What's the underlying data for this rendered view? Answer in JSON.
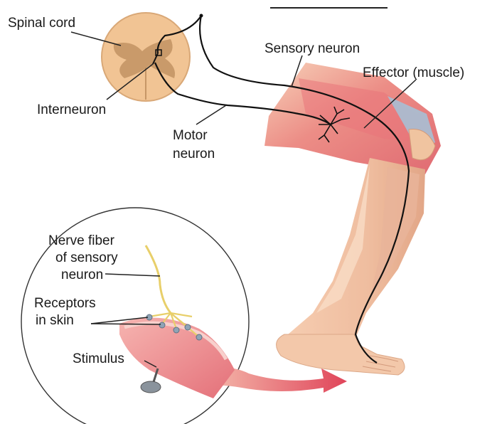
{
  "labels": {
    "spinal_cord": "Spinal cord",
    "interneuron": "Interneuron",
    "sensory_neuron": "Sensory neuron",
    "effector": "Effector (muscle)",
    "motor_neuron_1": "Motor",
    "motor_neuron_2": "neuron",
    "nerve_fiber_1": "Nerve fiber",
    "nerve_fiber_2": "of sensory",
    "nerve_fiber_3": "neuron",
    "receptors_1": "Receptors",
    "receptors_2": "in skin",
    "stimulus": "Stimulus"
  },
  "colors": {
    "skin": "#f3c9a8",
    "skin_shadow": "#e4a888",
    "muscle": "#e7727a",
    "muscle_light": "#f3a8a3",
    "tendon": "#9db8cf",
    "cord_outer": "#f0c49a",
    "cord_gray": "#c89868",
    "nerve": "#111111",
    "sensory_fiber": "#e8cf6a"
  }
}
